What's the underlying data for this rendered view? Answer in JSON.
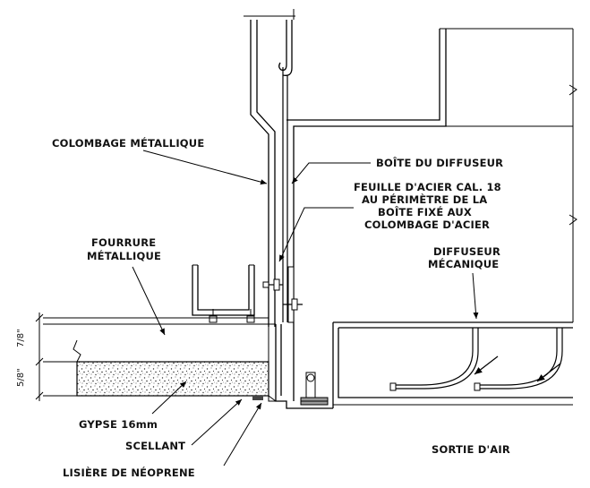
{
  "labels": {
    "metal_stud": "COLOMBAGE MÉTALLIQUE",
    "diffuser_box": "BOÎTE DU DIFFUSEUR",
    "steel_sheet_1": "FEUILLE D'ACIER CAL. 18",
    "steel_sheet_2": "AU PÉRIMÈTRE DE LA",
    "steel_sheet_3": "BOÎTE FIXÉ AUX",
    "steel_sheet_4": "COLOMBAGE D'ACIER",
    "furring_1": "FOURRURE",
    "furring_2": "MÉTALLIQUE",
    "mech_diffuser_1": "DIFFUSEUR",
    "mech_diffuser_2": "MÉCANIQUE",
    "gypsum": "GYPSE 16mm",
    "sealant": "SCELLANT",
    "neoprene": "LISIÈRE DE NÉOPRENE",
    "air_outlet": "SORTIE D'AIR"
  },
  "dimensions": {
    "upper": "7/8\"",
    "lower": "5/8\""
  }
}
